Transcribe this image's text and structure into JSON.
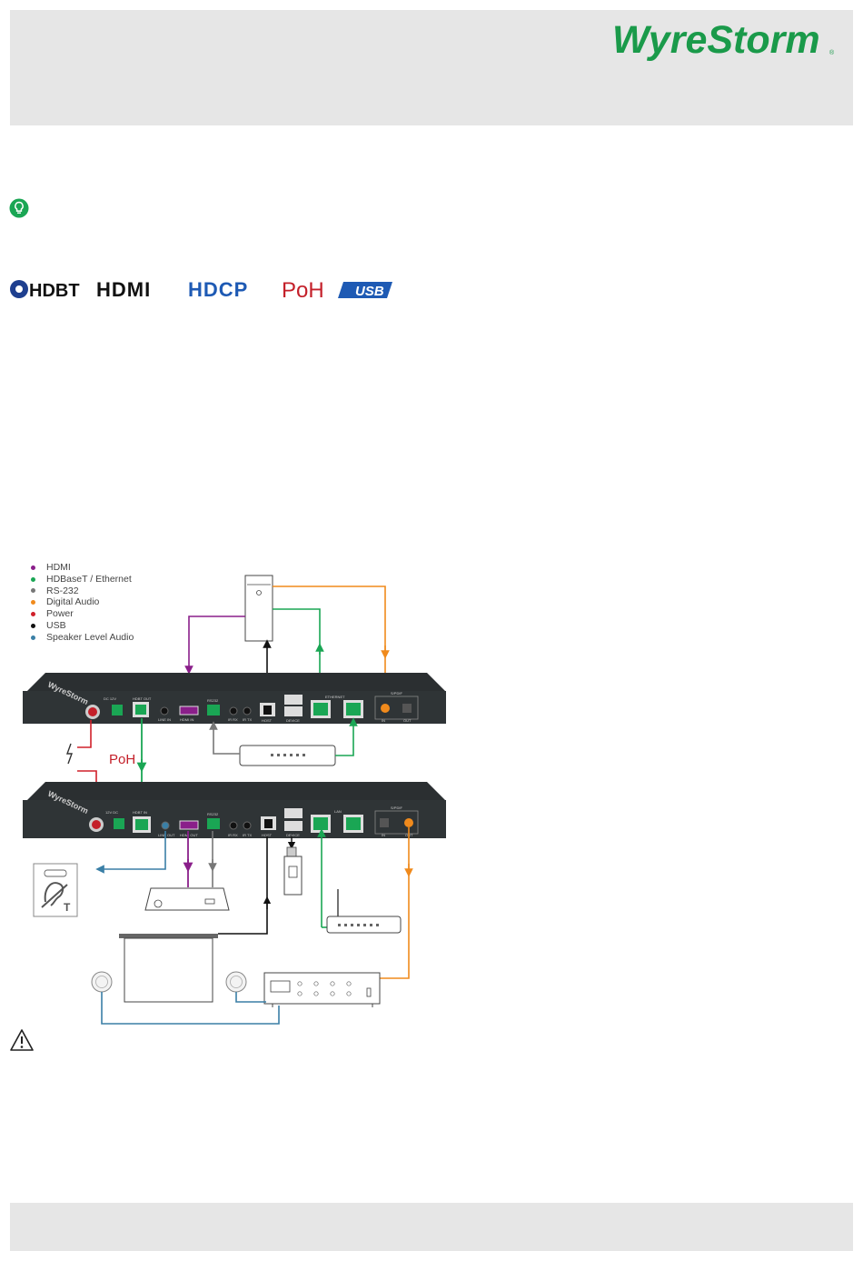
{
  "brand": {
    "name": "WyreStorm",
    "color": "#1a9a4a"
  },
  "certification_logos": [
    {
      "icon": "hdbt-logo",
      "text": "HDBT"
    },
    {
      "icon": "hdmi-logo",
      "text": "HDMI"
    },
    {
      "icon": "hdcp-logo",
      "text": "HDCP"
    },
    {
      "icon": "poh-logo",
      "text": "PoH"
    },
    {
      "icon": "usb-logo",
      "text": "USB"
    }
  ],
  "legend": [
    {
      "label": "HDMI",
      "color": "#8a1f8a"
    },
    {
      "label": "HDBaseT / Ethernet",
      "color": "#1aa654"
    },
    {
      "label": "RS-232",
      "color": "#777777"
    },
    {
      "label": "Digital Audio",
      "color": "#f08a1c"
    },
    {
      "label": "Power",
      "color": "#d0202a"
    },
    {
      "label": "USB",
      "color": "#111111"
    },
    {
      "label": "Speaker Level Audio",
      "color": "#3a7fa6"
    }
  ],
  "diagram": {
    "poh_label": "PoH",
    "transmitter_ports": [
      "DC 12V",
      "HDBT OUT",
      "LINE IN",
      "HDMI IN",
      "RS232",
      "IR RX",
      "IR TX",
      "HOST",
      "DEVICE",
      "ETHERNET",
      "S/PDIF",
      "IN",
      "OUT"
    ],
    "receiver_ports": [
      "12V DC",
      "HDBT IN",
      "LINE OUT",
      "HDMI OUT",
      "RS232",
      "IR RX",
      "IR TX",
      "HOST",
      "DEVICE",
      "LAN",
      "S/PDIF",
      "IN",
      "OUT"
    ]
  },
  "icons": {
    "tip": "lightbulb-icon",
    "warning": "warning-icon"
  }
}
